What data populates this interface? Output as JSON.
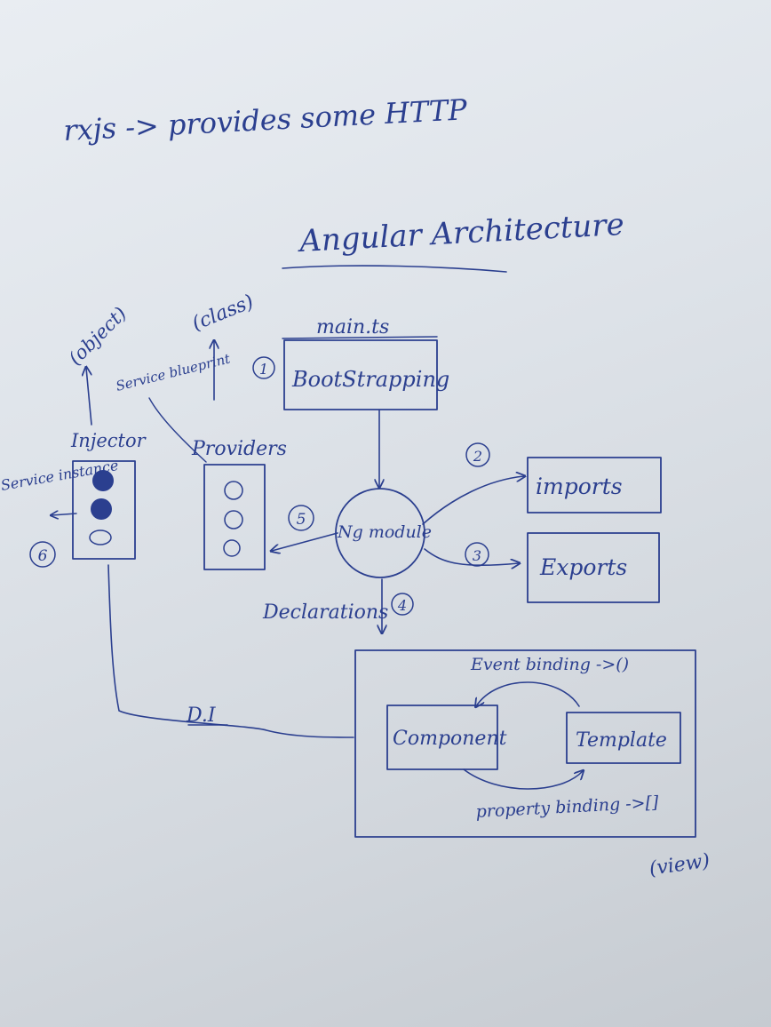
{
  "ink_color": "#2b3f8f",
  "paper_color": "#e3e8ee",
  "header_note": "rxjs -> provides some HTTP",
  "title": "Angular Architecture",
  "bootstrap": {
    "file": "main.ts",
    "step": "1",
    "label": "BootStrapping",
    "above_note": "(class)"
  },
  "ngmodule": {
    "label": "Ng module"
  },
  "imports": {
    "step": "2",
    "label": "imports"
  },
  "exports": {
    "step": "3",
    "label": "Exports"
  },
  "declarations": {
    "label": "Declarations",
    "step": "4"
  },
  "providers": {
    "step": "5",
    "label": "Providers"
  },
  "injector": {
    "label": "Injector",
    "above_note": "(object)",
    "service_blueprint": "Service blueprint",
    "service_instance": "Service instance",
    "step": "6"
  },
  "di_label": "D.I",
  "view": {
    "event_binding": "Event binding ->()",
    "component": "Component",
    "template": "Template",
    "property_binding": "property binding ->[]",
    "caption": "(view)"
  }
}
